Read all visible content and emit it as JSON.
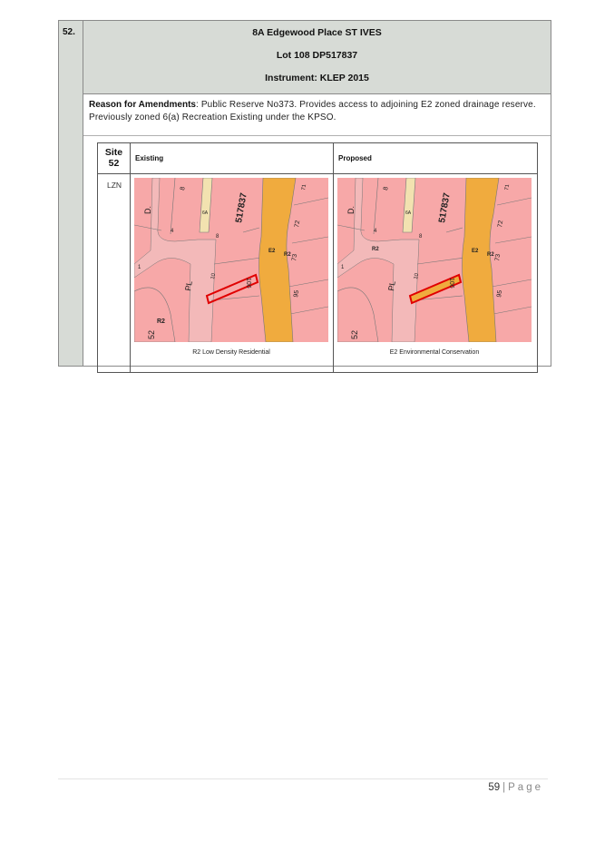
{
  "entry": {
    "number": "52.",
    "title_line1": "8A Edgewood Place ST IVES",
    "title_line2": "Lot 108 DP517837",
    "title_line3": "Instrument: KLEP 2015",
    "reason_label": "Reason for Amendments",
    "reason_text": ": Public Reserve No373. Provides access to adjoining E2 zoned drainage reserve. Previously zoned 6(a) Recreation Existing under the KPSO."
  },
  "table": {
    "site_label": "Site",
    "site_number": "52",
    "existing_label": "Existing",
    "proposed_label": "Proposed",
    "row_label": "LZN",
    "existing_caption": "R2 Low Density Residential",
    "proposed_caption": "E2 Environmental Conservation"
  },
  "map_labels": {
    "dp": "517837",
    "road_d": "D.",
    "road_pl": "PL",
    "r2": "R2",
    "e2": "E2",
    "n52": "52",
    "n8a": "8",
    "n8b": "8",
    "n4": "4",
    "n1": "1",
    "n10": "10",
    "n106": "106",
    "n71": "71",
    "n72": "72",
    "n73": "73",
    "n95": "95",
    "n6a": "6A"
  },
  "colors": {
    "residential": "#f7a8a8",
    "environmental": "#f0ab3e",
    "highlight": "#e00000",
    "header_bg": "#d7dbd6"
  },
  "footer": {
    "page_number": "59",
    "separator": "|",
    "page_word": "Page"
  }
}
